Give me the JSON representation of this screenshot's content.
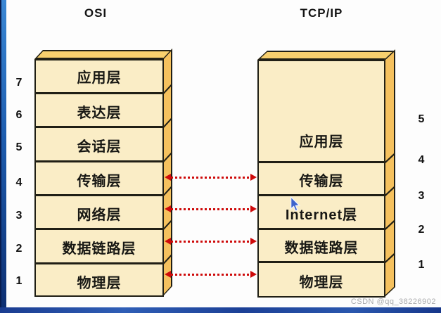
{
  "titles": {
    "osi": "OSI",
    "tcpip": "TCP/IP"
  },
  "osi_stack": {
    "name": "OSI",
    "layers": [
      {
        "number": "7",
        "label": "应用层"
      },
      {
        "number": "6",
        "label": "表达层"
      },
      {
        "number": "5",
        "label": "会话层"
      },
      {
        "number": "4",
        "label": "传输层"
      },
      {
        "number": "3",
        "label": "网络层"
      },
      {
        "number": "2",
        "label": "数据链路层"
      },
      {
        "number": "1",
        "label": "物理层"
      }
    ]
  },
  "tcpip_stack": {
    "name": "TCP/IP",
    "layers": [
      {
        "number": "5",
        "label": "应用层"
      },
      {
        "number": "4",
        "label": "传输层"
      },
      {
        "number": "3",
        "label": "Internet层"
      },
      {
        "number": "2",
        "label": "数据链路层"
      },
      {
        "number": "1",
        "label": "物理层"
      }
    ]
  },
  "arrow_mappings": [
    {
      "from": "传输层",
      "to": "传输层"
    },
    {
      "from": "网络层",
      "to": "Internet层"
    },
    {
      "from": "数据链路层",
      "to": "数据链路层"
    },
    {
      "from": "物理层",
      "to": "物理层"
    }
  ],
  "watermark": "CSDN @qq_38226902",
  "colors": {
    "block_front": "#FAEDC6",
    "block_top": "#F8D06E",
    "block_side": "#F5C15E",
    "outline": "#201F15",
    "arrow_red": "#CE0A0A",
    "stripe_blue_top": "#3A87D4",
    "stripe_blue_bottom": "#0D2F72",
    "cursor_blue": "#3D63CC"
  }
}
